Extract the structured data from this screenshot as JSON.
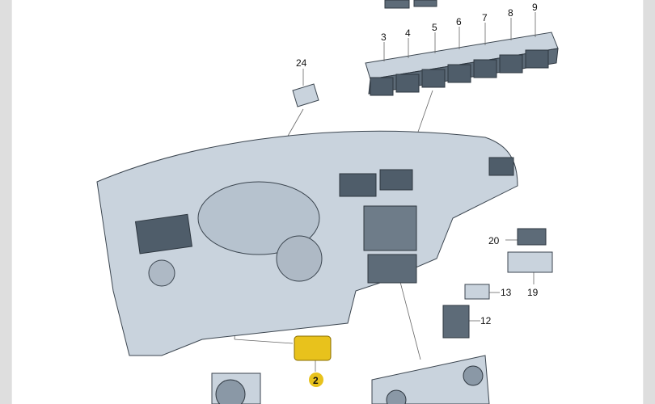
{
  "diagram": {
    "callouts": [
      "2",
      "3",
      "4",
      "5",
      "6",
      "7",
      "8",
      "9",
      "12",
      "13",
      "19",
      "20",
      "24"
    ],
    "highlighted_callout": "2",
    "colors": {
      "highlight": "#e8c21c",
      "part": "#c9d3dd",
      "outline": "#3c4650"
    }
  }
}
